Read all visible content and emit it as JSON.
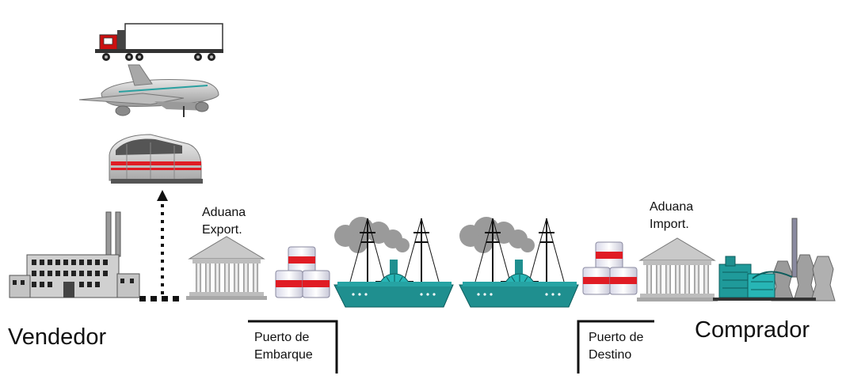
{
  "labels": {
    "seller": "Vendedor",
    "buyer": "Comprador",
    "export_customs": {
      "line1": "Aduana",
      "line2": "Export."
    },
    "import_customs": {
      "line1": "Aduana",
      "line2": "Import."
    },
    "port_of_loading": {
      "line1": "Puerto de",
      "line2": "Embarque"
    },
    "port_of_destination": {
      "line1": "Puerto de",
      "line2": "Destino"
    }
  },
  "icons": {
    "transport_modes": [
      "truck-icon",
      "airplane-icon",
      "train-icon"
    ],
    "seller": "factory-icon",
    "customs": "customs-building-icon",
    "cargo": "cargo-boxes-icon",
    "ship": "steamship-icon",
    "buyer": "industrial-plant-icon"
  },
  "colors": {
    "ship_teal": "#1f8f8f",
    "cargo_red": "#e01c24",
    "smoke_gray": "#9a9a9a",
    "truck_red": "#cc1010"
  }
}
